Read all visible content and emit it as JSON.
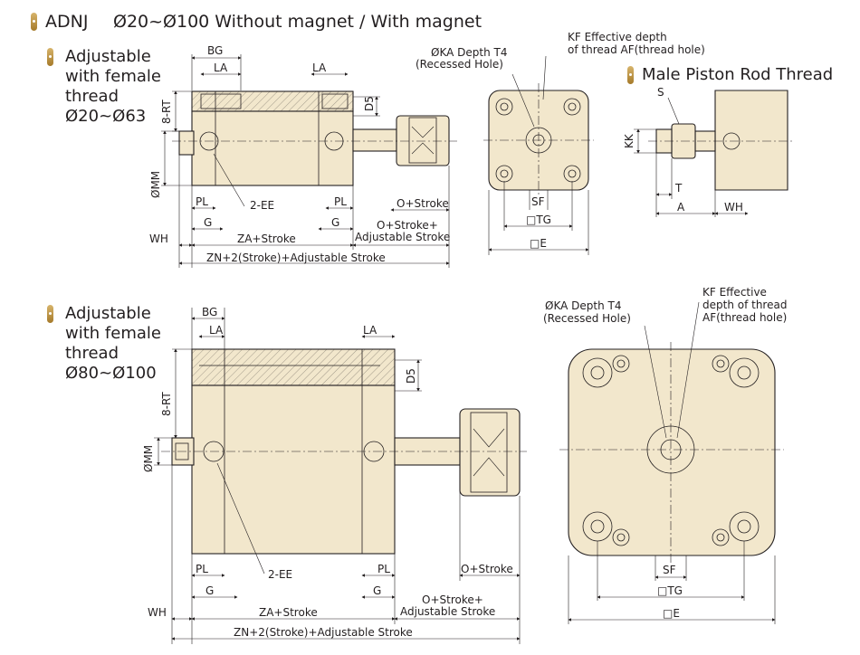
{
  "header": {
    "model": "ADNJ",
    "description": "Ø20~Ø100 Without magnet / With magnet"
  },
  "section_small": {
    "title_lines": [
      "Adjustable",
      "with female",
      "thread",
      "Ø20~Ø63"
    ],
    "labels": {
      "bg": "BG",
      "la1": "LA",
      "la2": "LA",
      "rt": "8-RT",
      "d5": "D5",
      "mm": "ØMM",
      "pl1": "PL",
      "pl2": "PL",
      "ee": "2-EE",
      "g1": "G",
      "g2": "G",
      "wh": "WH",
      "za": "ZA+Stroke",
      "o_stroke": "O+Stroke",
      "o_adj_1": "O+Stroke+",
      "o_adj_2": "Adjustable Stroke",
      "zn": "ZN+2(Stroke)+Adjustable Stroke"
    }
  },
  "end_view_small": {
    "ka_1": "ØKA Depth T4",
    "ka_2": "(Recessed Hole)",
    "kf_1": "KF Effective depth",
    "kf_2": "of thread AF(thread hole)",
    "sf": "SF",
    "tg": "□TG",
    "e": "□E"
  },
  "male_rod": {
    "title": "Male Piston Rod Thread",
    "s": "S",
    "kk": "KK",
    "t": "T",
    "a": "A",
    "wh": "WH"
  },
  "section_large": {
    "title_lines": [
      "Adjustable",
      "with female",
      "thread",
      "Ø80~Ø100"
    ],
    "labels": {
      "bg": "BG",
      "la1": "LA",
      "la2": "LA",
      "rt": "8-RT",
      "d5": "D5",
      "mm": "ØMM",
      "pl1": "PL",
      "pl2": "PL",
      "ee": "2-EE",
      "g1": "G",
      "g2": "G",
      "wh": "WH",
      "za": "ZA+Stroke",
      "o_stroke": "O+Stroke",
      "o_adj_1": "O+Stroke+",
      "o_adj_2": "Adjustable Stroke",
      "zn": "ZN+2(Stroke)+Adjustable Stroke"
    }
  },
  "end_view_large": {
    "ka_1": "ØKA Depth T4",
    "ka_2": "(Recessed Hole)",
    "kf_1": "KF Effective",
    "kf_2": "depth of thread",
    "kf_3": "AF(thread hole)",
    "sf": "SF",
    "tg": "□TG",
    "e": "□E"
  },
  "colors": {
    "body": "#f2e7cc",
    "line": "#231f20",
    "bullet": "#c49a45"
  }
}
